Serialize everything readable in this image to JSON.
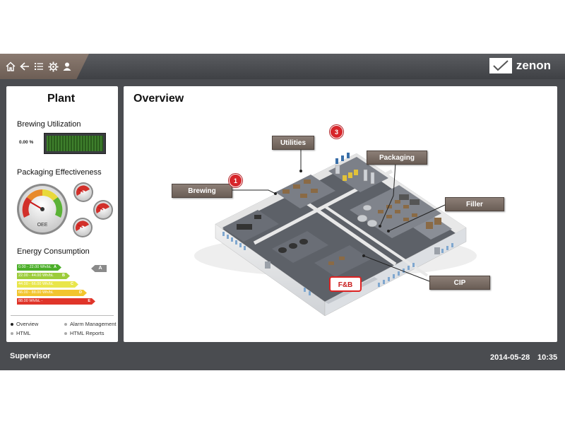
{
  "toolbar": {
    "icons": [
      "home-icon",
      "back-icon",
      "list-icon",
      "gear-icon",
      "user-icon"
    ],
    "brand": "zenon"
  },
  "left": {
    "title": "Plant",
    "brewing": {
      "label": "Brewing Utilization",
      "value": "0.00 %",
      "fraction": 0.0
    },
    "packaging": {
      "label": "Packaging Effectiveness",
      "gauge_label": "OEE"
    },
    "energy": {
      "label": "Energy Consumption",
      "rating": "A",
      "bars": [
        {
          "text": "0.00 - 22.00 Wh/bL",
          "grade": "A",
          "color": "#4caf2a"
        },
        {
          "text": "22.00 - 44.00 Wh/bL",
          "grade": "B",
          "color": "#9ccc3a"
        },
        {
          "text": "44.00 - 66.00 Wh/bL",
          "grade": "C",
          "color": "#e9e64a"
        },
        {
          "text": "66.00 - 88.00 Wh/bL",
          "grade": "D",
          "color": "#f2c52e"
        },
        {
          "text": "88.00 Wh/bL -",
          "grade": "E",
          "color": "#e0352a"
        }
      ]
    },
    "nav": [
      {
        "label": "Overview",
        "active": true
      },
      {
        "label": "Alarm Management",
        "active": false
      },
      {
        "label": "HTML",
        "active": false
      },
      {
        "label": "HTML Reports",
        "active": false
      }
    ]
  },
  "main": {
    "title": "Overview",
    "callouts": {
      "utilities": "Utilities",
      "packaging": "Packaging",
      "brewing": "Brewing",
      "filler": "Filler",
      "cip": "CIP"
    },
    "badges": {
      "utilities": "3",
      "brewing": "1"
    },
    "sign": "F&B"
  },
  "status": {
    "user": "Supervisor",
    "date": "2014-05-28",
    "time": "10:35"
  }
}
